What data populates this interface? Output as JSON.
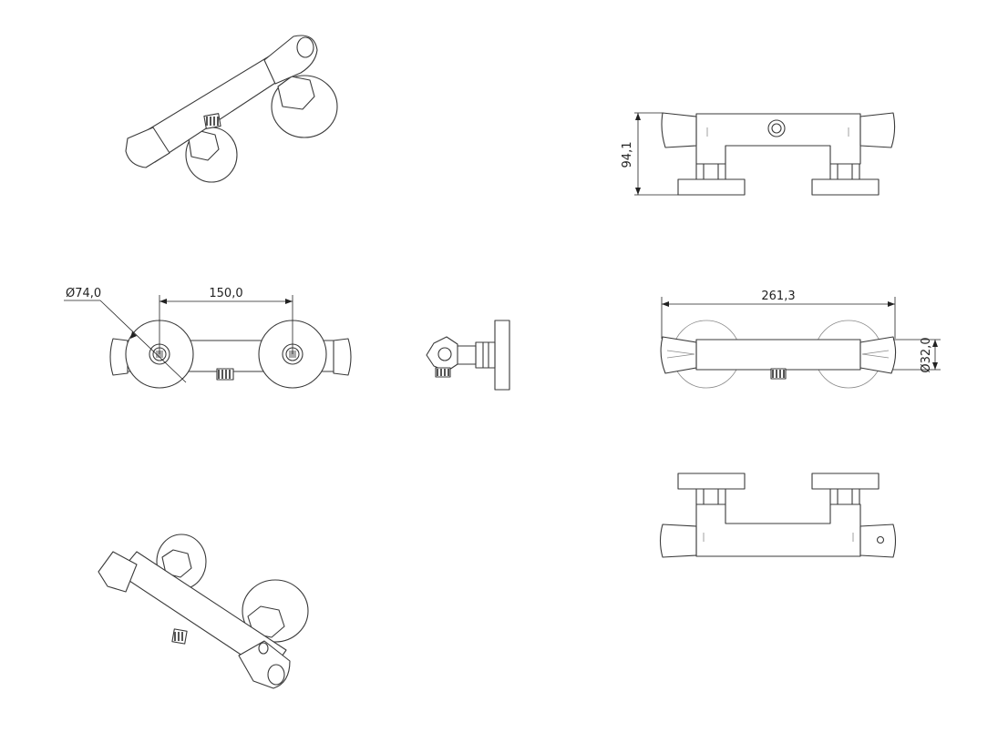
{
  "drawing": {
    "dimensions": {
      "height": "94,1",
      "flange_diameter": "Ø74,0",
      "center_distance": "150,0",
      "overall_length": "261,3",
      "body_diameter": "Ø32,0"
    }
  }
}
